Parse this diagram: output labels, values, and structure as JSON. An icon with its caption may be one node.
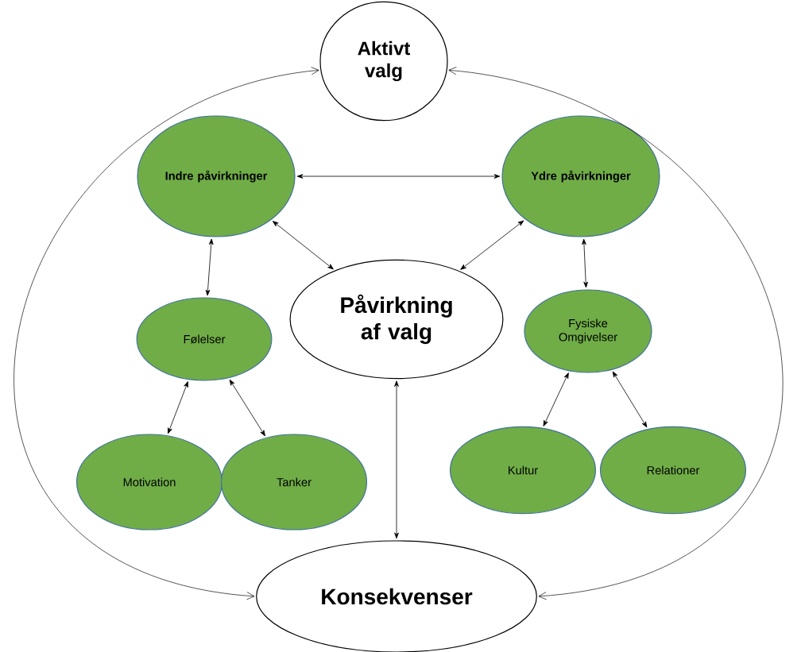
{
  "diagram": {
    "nodes": [
      {
        "text": [
          "Aktivt valg"
        ]
      },
      {
        "text": [
          "Indre påvirkninger"
        ]
      },
      {
        "text": [
          "Ydre påvirkninger"
        ]
      },
      {
        "text": [
          "Påvirkning af valg"
        ]
      },
      {
        "text": [
          "Følelser"
        ]
      },
      {
        "text": [
          "Fysiske Omgivelser"
        ]
      },
      {
        "text": [
          "Motivation"
        ]
      },
      {
        "text": [
          "Tanker"
        ]
      },
      {
        "text": [
          "Kultur"
        ]
      },
      {
        "text": [
          "Relationer"
        ]
      },
      {
        "text": [
          "Konsekvenser"
        ]
      }
    ],
    "edges": [
      {
        "from": 0,
        "to": 10,
        "arrow": "both"
      },
      {
        "from": 0,
        "to": 10,
        "arrow": "both"
      },
      {
        "from": 1,
        "to": 2,
        "arrow": "both"
      },
      {
        "from": 1,
        "to": 3,
        "arrow": "both"
      },
      {
        "from": 2,
        "to": 3,
        "arrow": "both"
      },
      {
        "from": 1,
        "to": 4,
        "arrow": "both"
      },
      {
        "from": 2,
        "to": 5,
        "arrow": "both"
      },
      {
        "from": 3,
        "to": 10,
        "arrow": "both"
      },
      {
        "from": 4,
        "to": 6,
        "arrow": "both"
      },
      {
        "from": 4,
        "to": 7,
        "arrow": "both"
      },
      {
        "from": 5,
        "to": 8,
        "arrow": "both"
      },
      {
        "from": 5,
        "to": 9,
        "arrow": "both"
      }
    ]
  }
}
